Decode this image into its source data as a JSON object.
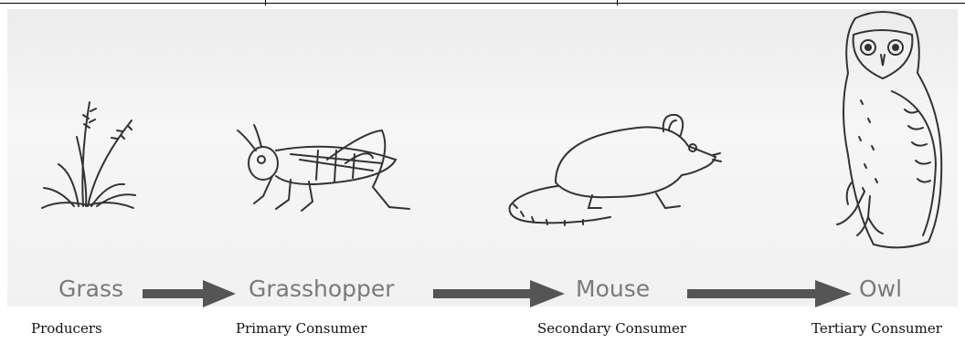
{
  "chain": [
    {
      "organism": "Grass",
      "level": "Producers"
    },
    {
      "organism": "Grasshopper",
      "level": "Primary Consumer"
    },
    {
      "organism": "Mouse",
      "level": "Secondary Consumer"
    },
    {
      "organism": "Owl",
      "level": "Tertiary Consumer"
    }
  ],
  "icons": [
    "grass-icon",
    "grasshopper-icon",
    "mouse-icon",
    "owl-icon"
  ],
  "colors": {
    "panel": "#f1f1f1",
    "arrow": "#555555",
    "label_text": "#7a7a7a",
    "sketch": "#333333"
  }
}
